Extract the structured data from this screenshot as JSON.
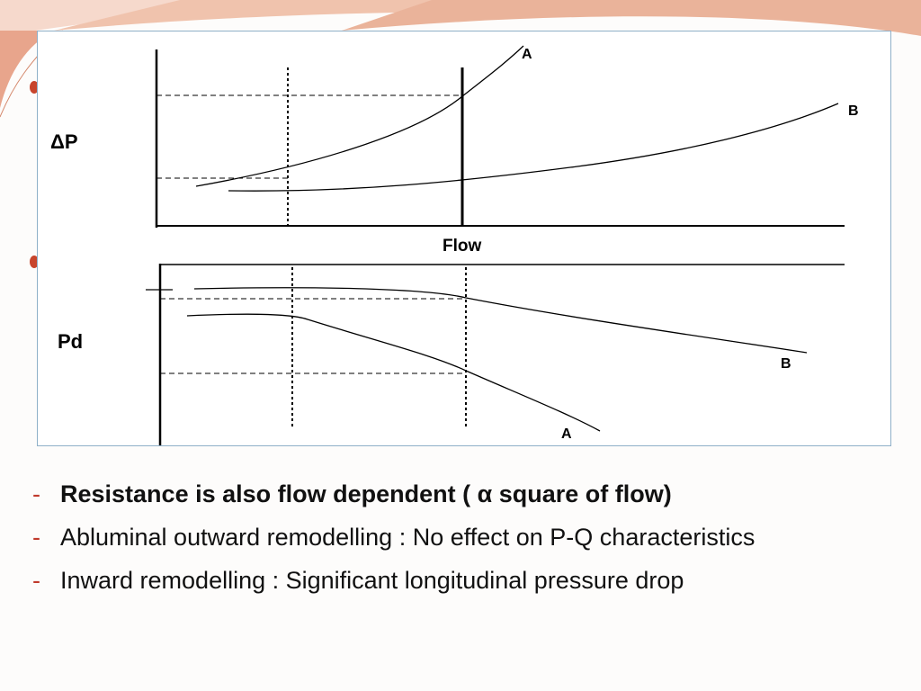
{
  "figure": {
    "top_panel": {
      "ylabel": "ΔP",
      "xlabel": "Flow",
      "curve_a_label": "A",
      "curve_b_label": "B"
    },
    "bottom_panel": {
      "ylabel": "Pd",
      "curve_a_label": "A",
      "curve_b_label": "B"
    }
  },
  "bullets": [
    {
      "dash": "-",
      "text": "Resistance is also flow dependent ( α square of flow)",
      "bold": true
    },
    {
      "dash": "-",
      "text": "Abluminal outward remodelling : No effect on P-Q characteristics",
      "bold": false
    },
    {
      "dash": "-",
      "text": "Inward remodelling : Significant longitudinal pressure drop",
      "bold": false
    }
  ],
  "colors": {
    "accent": "#c0392b",
    "frame_border": "#8fb0c8",
    "header_swoosh": "#e8a58c"
  }
}
